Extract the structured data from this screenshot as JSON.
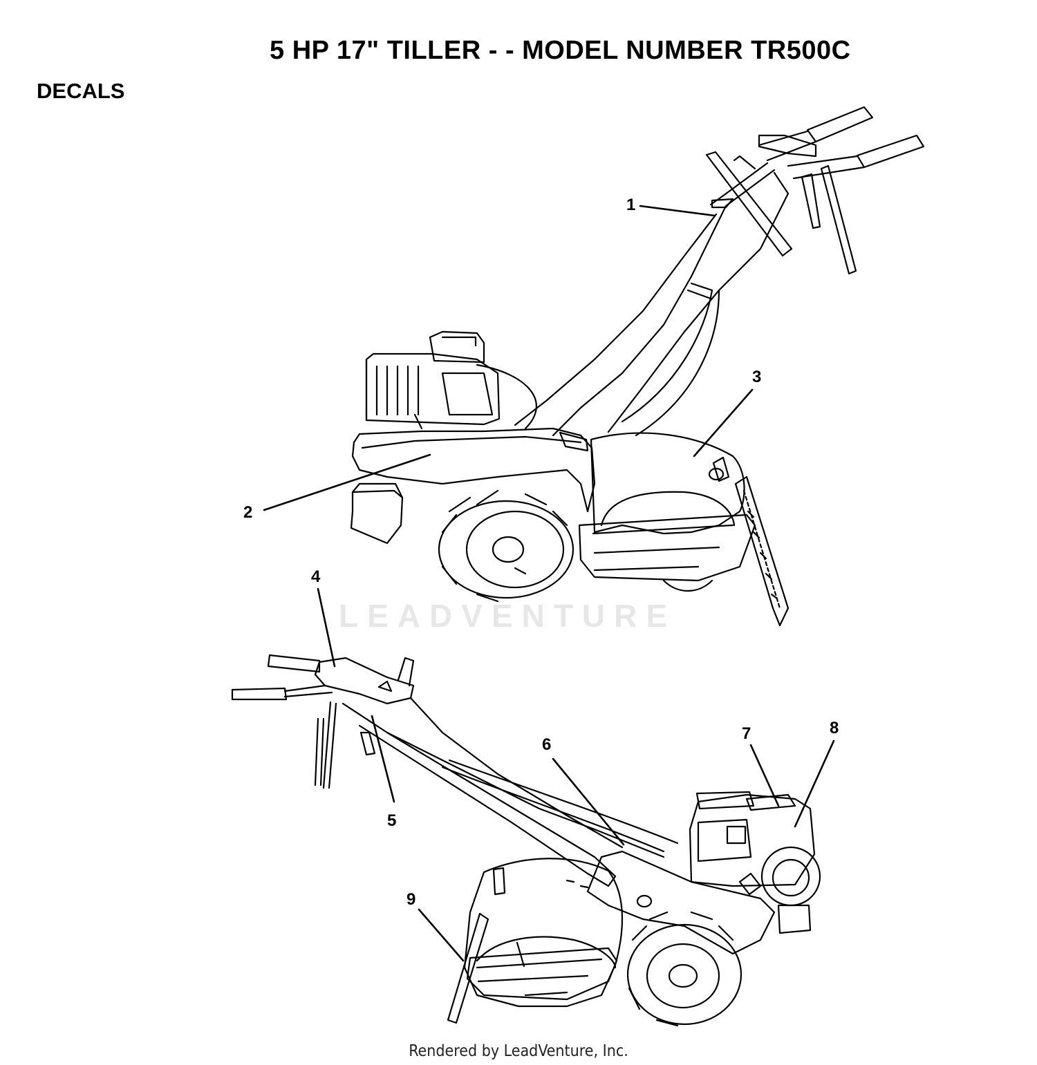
{
  "title": "5 HP 17\" TILLER - - MODEL NUMBER TR500C",
  "section_heading": "DECALS",
  "watermark": "LEADVENTURE",
  "footer": "Rendered by LeadVenture, Inc.",
  "callouts": [
    {
      "id": 1,
      "label": "1"
    },
    {
      "id": 2,
      "label": "2"
    },
    {
      "id": 3,
      "label": "3"
    },
    {
      "id": 4,
      "label": "4"
    },
    {
      "id": 5,
      "label": "5"
    },
    {
      "id": 6,
      "label": "6"
    },
    {
      "id": 7,
      "label": "7"
    },
    {
      "id": 8,
      "label": "8"
    },
    {
      "id": 9,
      "label": "9"
    }
  ]
}
